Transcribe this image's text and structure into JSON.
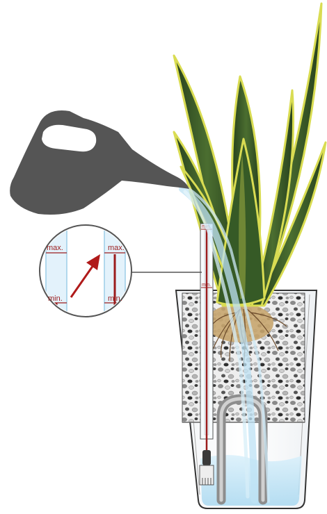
{
  "labels": {
    "inset_max_left": "max.",
    "inset_max_right": "max.",
    "inset_min_left": "min.",
    "inset_min_right": "min.",
    "gauge_min_top": "min.",
    "gauge_min_bottom": "min."
  },
  "colors": {
    "can": "#555555",
    "level_red": "#9b1c1c",
    "arrow": "#b01a1a",
    "water": "#bfe3f5",
    "leaf_dark": "#2f4a22",
    "leaf_edge": "#d9dc52",
    "pot_outline": "#333333"
  },
  "icons": {
    "watering_can": "watering-can-icon",
    "arrow": "arrow-up-right-icon"
  }
}
